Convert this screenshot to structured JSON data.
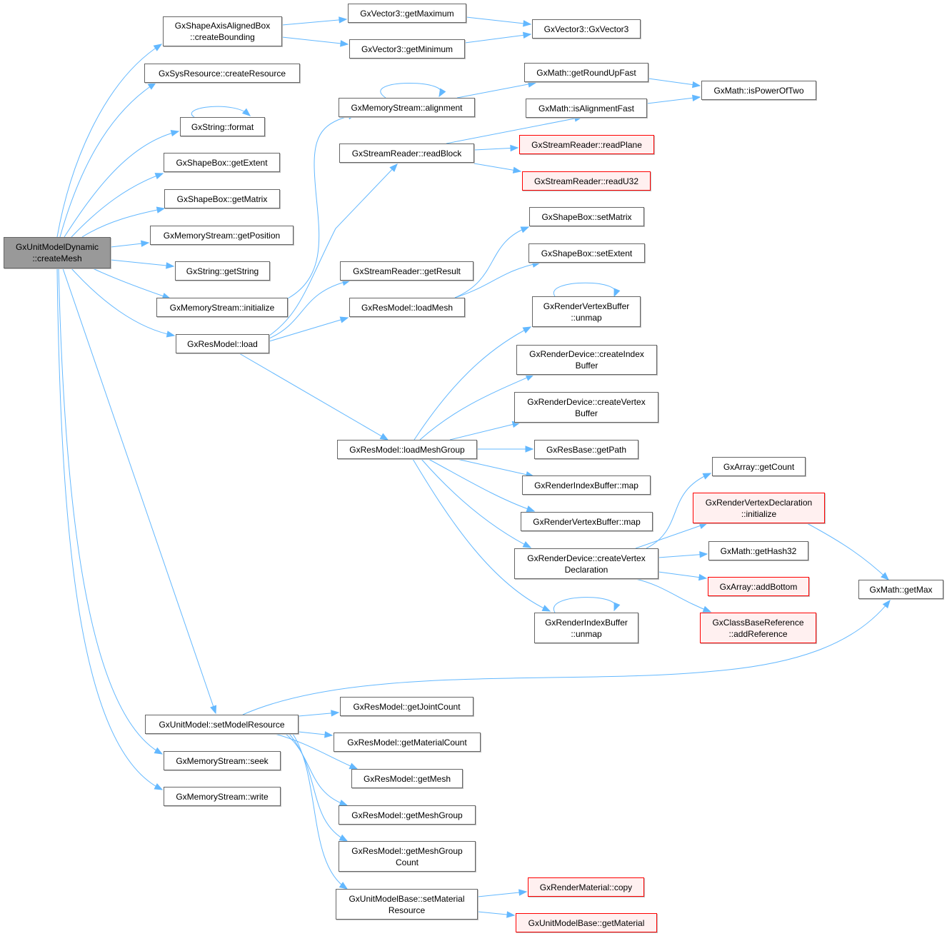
{
  "diagram": {
    "type": "call-graph",
    "colors": {
      "edge": "#63b8ff",
      "node_border": "#666666",
      "root_fill": "#999999",
      "undocumented_fill": "#fff0f0",
      "undocumented_border": "#ff0000"
    },
    "nodes": {
      "root": {
        "lines": [
          "GxUnitModelDynamic",
          "::createMesh"
        ],
        "style": "root"
      },
      "createBounding": {
        "lines": [
          "GxShapeAxisAlignedBox",
          "::createBounding"
        ],
        "style": "normal"
      },
      "getMaximum": {
        "lines": [
          "GxVector3::getMaximum"
        ],
        "style": "normal"
      },
      "getMinimum": {
        "lines": [
          "GxVector3::getMinimum"
        ],
        "style": "normal"
      },
      "vec3ctor": {
        "lines": [
          "GxVector3::GxVector3"
        ],
        "style": "normal"
      },
      "createResource": {
        "lines": [
          "GxSysResource::createResource"
        ],
        "style": "normal"
      },
      "format": {
        "lines": [
          "GxString::format"
        ],
        "style": "normal"
      },
      "getExtent": {
        "lines": [
          "GxShapeBox::getExtent"
        ],
        "style": "normal"
      },
      "getMatrix": {
        "lines": [
          "GxShapeBox::getMatrix"
        ],
        "style": "normal"
      },
      "getPosition": {
        "lines": [
          "GxMemoryStream::getPosition"
        ],
        "style": "normal"
      },
      "getString": {
        "lines": [
          "GxString::getString"
        ],
        "style": "normal"
      },
      "msInitialize": {
        "lines": [
          "GxMemoryStream::initialize"
        ],
        "style": "normal"
      },
      "load": {
        "lines": [
          "GxResModel::load"
        ],
        "style": "normal"
      },
      "alignment": {
        "lines": [
          "GxMemoryStream::alignment"
        ],
        "style": "normal"
      },
      "getRoundUpFast": {
        "lines": [
          "GxMath::getRoundUpFast"
        ],
        "style": "normal"
      },
      "isAlignmentFast": {
        "lines": [
          "GxMath::isAlignmentFast"
        ],
        "style": "normal"
      },
      "isPowerOfTwo": {
        "lines": [
          "GxMath::isPowerOfTwo"
        ],
        "style": "normal"
      },
      "readBlock": {
        "lines": [
          "GxStreamReader::readBlock"
        ],
        "style": "normal"
      },
      "readPlane": {
        "lines": [
          "GxStreamReader::readPlane"
        ],
        "style": "undocumented"
      },
      "readU32": {
        "lines": [
          "GxStreamReader::readU32"
        ],
        "style": "undocumented"
      },
      "setMatrix": {
        "lines": [
          "GxShapeBox::setMatrix"
        ],
        "style": "normal"
      },
      "setExtent": {
        "lines": [
          "GxShapeBox::setExtent"
        ],
        "style": "normal"
      },
      "getResult": {
        "lines": [
          "GxStreamReader::getResult"
        ],
        "style": "normal"
      },
      "loadMesh": {
        "lines": [
          "GxResModel::loadMesh"
        ],
        "style": "normal"
      },
      "vbUnmap": {
        "lines": [
          "GxRenderVertexBuffer",
          "::unmap"
        ],
        "style": "normal"
      },
      "createIndexBuffer": {
        "lines": [
          "GxRenderDevice::createIndex",
          "Buffer"
        ],
        "style": "normal"
      },
      "createVertexBuffer": {
        "lines": [
          "GxRenderDevice::createVertex",
          "Buffer"
        ],
        "style": "normal"
      },
      "loadMeshGroup": {
        "lines": [
          "GxResModel::loadMeshGroup"
        ],
        "style": "normal"
      },
      "getPath": {
        "lines": [
          "GxResBase::getPath"
        ],
        "style": "normal"
      },
      "ibMap": {
        "lines": [
          "GxRenderIndexBuffer::map"
        ],
        "style": "normal"
      },
      "vbMap": {
        "lines": [
          "GxRenderVertexBuffer::map"
        ],
        "style": "normal"
      },
      "createVertexDecl": {
        "lines": [
          "GxRenderDevice::createVertex",
          "Declaration"
        ],
        "style": "normal"
      },
      "ibUnmap": {
        "lines": [
          "GxRenderIndexBuffer",
          "::unmap"
        ],
        "style": "normal"
      },
      "getCount": {
        "lines": [
          "GxArray::getCount"
        ],
        "style": "normal"
      },
      "vdInitialize": {
        "lines": [
          "GxRenderVertexDeclaration",
          "::initialize"
        ],
        "style": "undocumented"
      },
      "getHash32": {
        "lines": [
          "GxMath::getHash32"
        ],
        "style": "normal"
      },
      "addBottom": {
        "lines": [
          "GxArray::addBottom"
        ],
        "style": "undocumented"
      },
      "addReference": {
        "lines": [
          "GxClassBaseReference",
          "::addReference"
        ],
        "style": "undocumented"
      },
      "getMax": {
        "lines": [
          "GxMath::getMax"
        ],
        "style": "normal"
      },
      "setModelResource": {
        "lines": [
          "GxUnitModel::setModelResource"
        ],
        "style": "normal"
      },
      "seek": {
        "lines": [
          "GxMemoryStream::seek"
        ],
        "style": "normal"
      },
      "write": {
        "lines": [
          "GxMemoryStream::write"
        ],
        "style": "normal"
      },
      "getJointCount": {
        "lines": [
          "GxResModel::getJointCount"
        ],
        "style": "normal"
      },
      "getMaterialCount": {
        "lines": [
          "GxResModel::getMaterialCount"
        ],
        "style": "normal"
      },
      "getMesh": {
        "lines": [
          "GxResModel::getMesh"
        ],
        "style": "normal"
      },
      "getMeshGroup": {
        "lines": [
          "GxResModel::getMeshGroup"
        ],
        "style": "normal"
      },
      "getMeshGroupCount": {
        "lines": [
          "GxResModel::getMeshGroup",
          "Count"
        ],
        "style": "normal"
      },
      "setMaterialResource": {
        "lines": [
          "GxUnitModelBase::setMaterial",
          "Resource"
        ],
        "style": "normal"
      },
      "materialCopy": {
        "lines": [
          "GxRenderMaterial::copy"
        ],
        "style": "undocumented"
      },
      "getMaterial": {
        "lines": [
          "GxUnitModelBase::getMaterial"
        ],
        "style": "undocumented"
      }
    },
    "edges": [
      [
        "root",
        "createBounding"
      ],
      [
        "root",
        "createResource"
      ],
      [
        "root",
        "format"
      ],
      [
        "root",
        "getExtent"
      ],
      [
        "root",
        "getMatrix"
      ],
      [
        "root",
        "getPosition"
      ],
      [
        "root",
        "getString"
      ],
      [
        "root",
        "msInitialize"
      ],
      [
        "root",
        "load"
      ],
      [
        "root",
        "setModelResource"
      ],
      [
        "root",
        "seek"
      ],
      [
        "root",
        "write"
      ],
      [
        "createBounding",
        "getMaximum"
      ],
      [
        "createBounding",
        "getMinimum"
      ],
      [
        "getMaximum",
        "vec3ctor"
      ],
      [
        "getMinimum",
        "vec3ctor"
      ],
      [
        "format",
        "format"
      ],
      [
        "msInitialize",
        "alignment"
      ],
      [
        "alignment",
        "alignment"
      ],
      [
        "alignment",
        "getRoundUpFast"
      ],
      [
        "getRoundUpFast",
        "isPowerOfTwo"
      ],
      [
        "isAlignmentFast",
        "isPowerOfTwo"
      ],
      [
        "readBlock",
        "isAlignmentFast"
      ],
      [
        "readBlock",
        "readPlane"
      ],
      [
        "readBlock",
        "readU32"
      ],
      [
        "load",
        "readBlock"
      ],
      [
        "load",
        "getResult"
      ],
      [
        "load",
        "loadMesh"
      ],
      [
        "load",
        "loadMeshGroup"
      ],
      [
        "loadMesh",
        "setMatrix"
      ],
      [
        "loadMesh",
        "setExtent"
      ],
      [
        "vbUnmap",
        "vbUnmap"
      ],
      [
        "loadMeshGroup",
        "vbUnmap"
      ],
      [
        "loadMeshGroup",
        "createIndexBuffer"
      ],
      [
        "loadMeshGroup",
        "createVertexBuffer"
      ],
      [
        "loadMeshGroup",
        "getPath"
      ],
      [
        "loadMeshGroup",
        "ibMap"
      ],
      [
        "loadMeshGroup",
        "vbMap"
      ],
      [
        "loadMeshGroup",
        "createVertexDecl"
      ],
      [
        "loadMeshGroup",
        "ibUnmap"
      ],
      [
        "ibUnmap",
        "ibUnmap"
      ],
      [
        "createVertexDecl",
        "getCount"
      ],
      [
        "createVertexDecl",
        "vdInitialize"
      ],
      [
        "createVertexDecl",
        "getHash32"
      ],
      [
        "createVertexDecl",
        "addBottom"
      ],
      [
        "createVertexDecl",
        "addReference"
      ],
      [
        "vdInitialize",
        "getMax"
      ],
      [
        "setModelResource",
        "getMax"
      ],
      [
        "setModelResource",
        "getJointCount"
      ],
      [
        "setModelResource",
        "getMaterialCount"
      ],
      [
        "setModelResource",
        "getMesh"
      ],
      [
        "setModelResource",
        "getMeshGroup"
      ],
      [
        "setModelResource",
        "getMeshGroupCount"
      ],
      [
        "setModelResource",
        "setMaterialResource"
      ],
      [
        "setMaterialResource",
        "materialCopy"
      ],
      [
        "setMaterialResource",
        "getMaterial"
      ]
    ]
  }
}
